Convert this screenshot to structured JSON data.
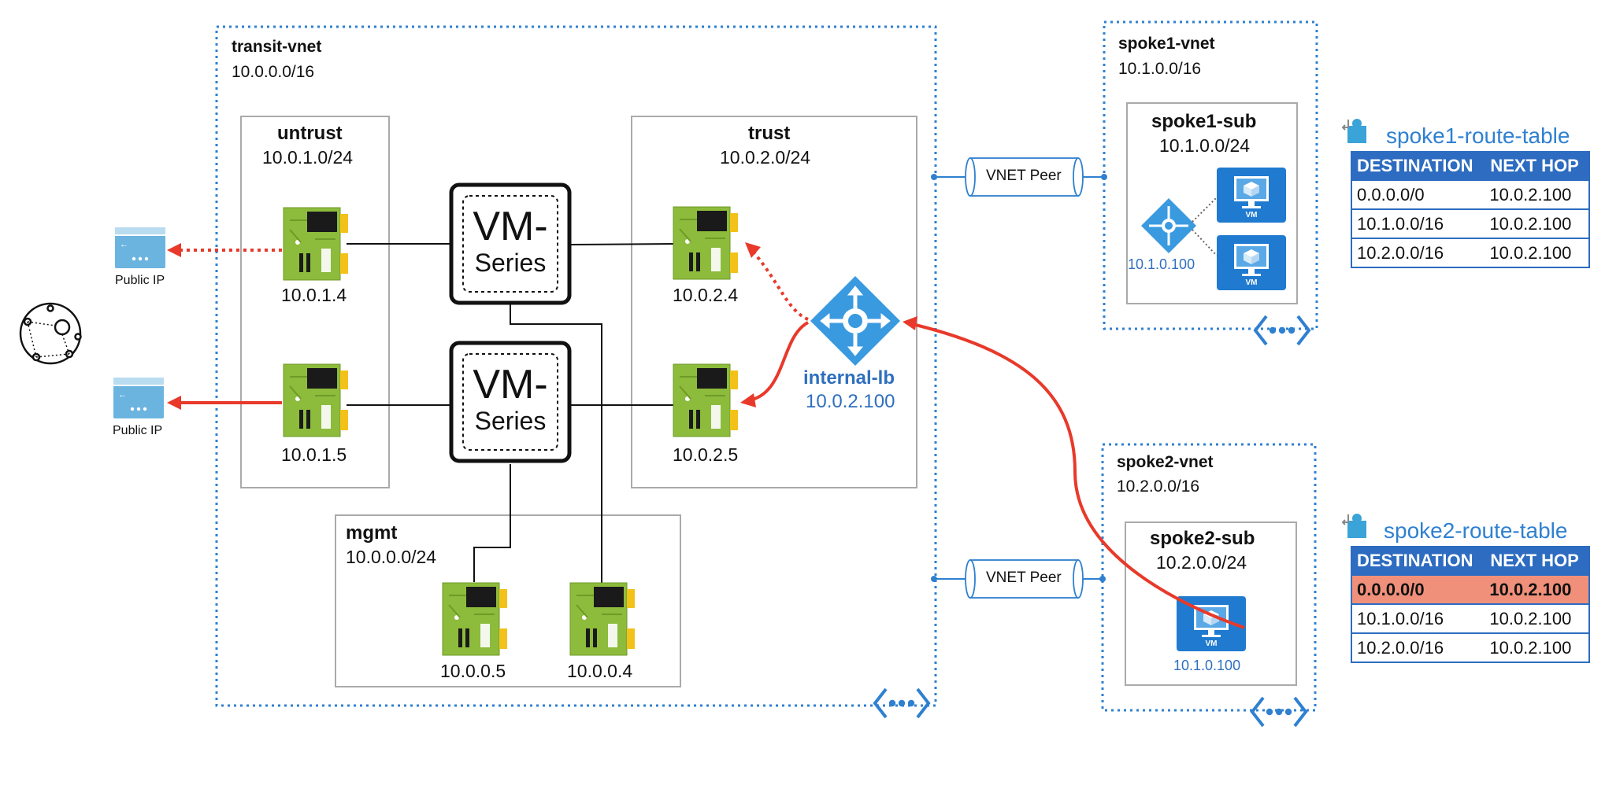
{
  "transit_vnet": {
    "name": "transit-vnet",
    "cidr": "10.0.0.0/16"
  },
  "spoke1_vnet": {
    "name": "spoke1-vnet",
    "cidr": "10.1.0.0/16"
  },
  "spoke2_vnet": {
    "name": "spoke2-vnet",
    "cidr": "10.2.0.0/16"
  },
  "subnets": {
    "untrust": {
      "name": "untrust",
      "cidr": "10.0.1.0/24"
    },
    "trust": {
      "name": "trust",
      "cidr": "10.0.2.0/24"
    },
    "mgmt": {
      "name": "mgmt",
      "cidr": "10.0.0.0/24"
    },
    "spoke1_sub": {
      "name": "spoke1-sub",
      "cidr": "10.1.0.0/24"
    },
    "spoke2_sub": {
      "name": "spoke2-sub",
      "cidr": "10.2.0.0/24"
    }
  },
  "nics": {
    "untrust1": "10.0.1.4",
    "untrust2": "10.0.1.5",
    "trust1": "10.0.2.4",
    "trust2": "10.0.2.5",
    "mgmt1": "10.0.0.5",
    "mgmt2": "10.0.0.4"
  },
  "firewalls": {
    "line1": "VM-",
    "line2": "Series"
  },
  "public_ip_label": "Public IP",
  "internal_lb": {
    "name": "internal-lb",
    "ip": "10.0.2.100"
  },
  "peering_label": "VNET Peer",
  "spoke1_lb_ip": "10.1.0.100",
  "spoke2_vm_ip": "10.1.0.100",
  "vm_label": "VM",
  "route_tables": [
    {
      "name": "spoke1-route-table",
      "headers": [
        "DESTINATION",
        "NEXT HOP"
      ],
      "rows": [
        {
          "dest": "0.0.0.0/0",
          "hop": "10.0.2.100",
          "highlight": false
        },
        {
          "dest": "10.1.0.0/16",
          "hop": "10.0.2.100",
          "highlight": false
        },
        {
          "dest": "10.2.0.0/16",
          "hop": "10.0.2.100",
          "highlight": false
        }
      ]
    },
    {
      "name": "spoke2-route-table",
      "headers": [
        "DESTINATION",
        "NEXT HOP"
      ],
      "rows": [
        {
          "dest": "0.0.0.0/0",
          "hop": "10.0.2.100",
          "highlight": true
        },
        {
          "dest": "10.1.0.0/16",
          "hop": "10.0.2.100",
          "highlight": false
        },
        {
          "dest": "10.2.0.0/16",
          "hop": "10.0.2.100",
          "highlight": false
        }
      ]
    }
  ],
  "colors": {
    "vnet_border": "#2f80d0",
    "nic_green": "#8dbb3c",
    "azure_blue": "#1f7ad0",
    "traffic_red": "#e8392a",
    "table_header": "#2d6cc0",
    "highlight_row": "#f0907a"
  }
}
